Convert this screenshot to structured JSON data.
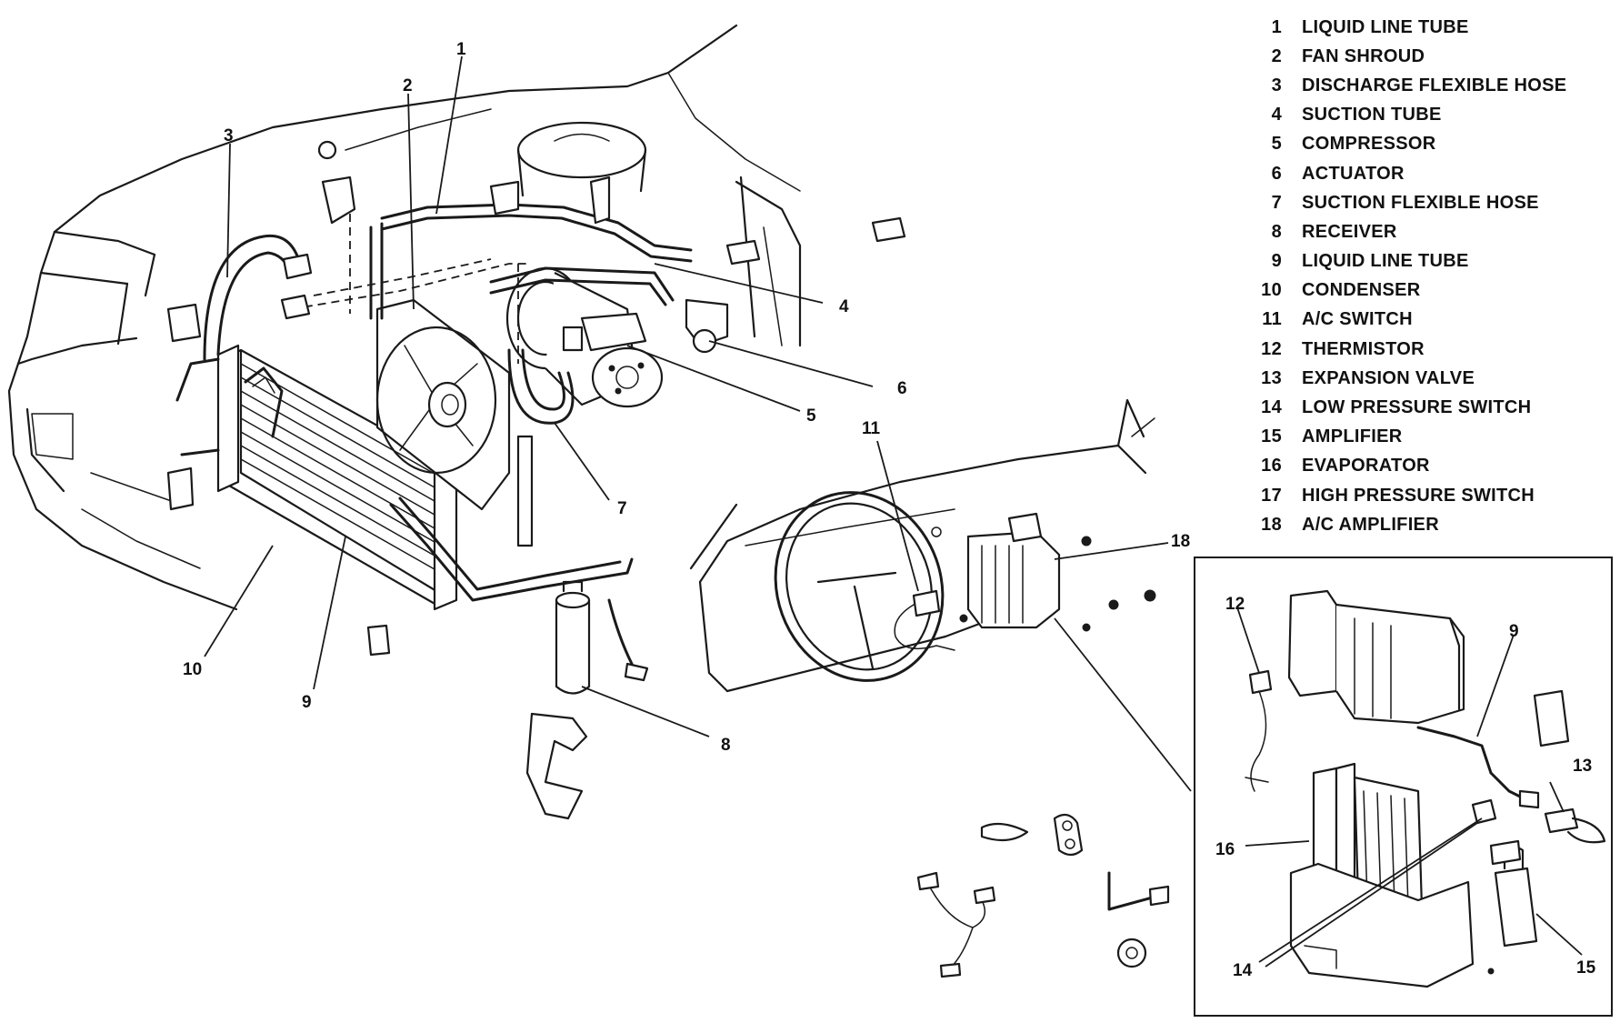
{
  "legend": [
    {
      "num": "1",
      "label": "LIQUID LINE TUBE"
    },
    {
      "num": "2",
      "label": "FAN SHROUD"
    },
    {
      "num": "3",
      "label": "DISCHARGE FLEXIBLE HOSE"
    },
    {
      "num": "4",
      "label": "SUCTION TUBE"
    },
    {
      "num": "5",
      "label": "COMPRESSOR"
    },
    {
      "num": "6",
      "label": "ACTUATOR"
    },
    {
      "num": "7",
      "label": "SUCTION FLEXIBLE HOSE"
    },
    {
      "num": "8",
      "label": "RECEIVER"
    },
    {
      "num": "9",
      "label": "LIQUID LINE TUBE"
    },
    {
      "num": "10",
      "label": "CONDENSER"
    },
    {
      "num": "11",
      "label": "A/C SWITCH"
    },
    {
      "num": "12",
      "label": "THERMISTOR"
    },
    {
      "num": "13",
      "label": "EXPANSION VALVE"
    },
    {
      "num": "14",
      "label": "LOW PRESSURE SWITCH"
    },
    {
      "num": "15",
      "label": "AMPLIFIER"
    },
    {
      "num": "16",
      "label": "EVAPORATOR"
    },
    {
      "num": "17",
      "label": "HIGH PRESSURE SWITCH"
    },
    {
      "num": "18",
      "label": "A/C AMPLIFIER"
    }
  ],
  "callouts": {
    "c1": "1",
    "c2": "2",
    "c3": "3",
    "c4": "4",
    "c5": "5",
    "c6": "6",
    "c7": "7",
    "c8": "8",
    "c9": "9",
    "c10": "10",
    "c11": "11",
    "c18": "18",
    "i12": "12",
    "i9": "9",
    "i13": "13",
    "i16": "16",
    "i14": "14",
    "i15": "15"
  }
}
